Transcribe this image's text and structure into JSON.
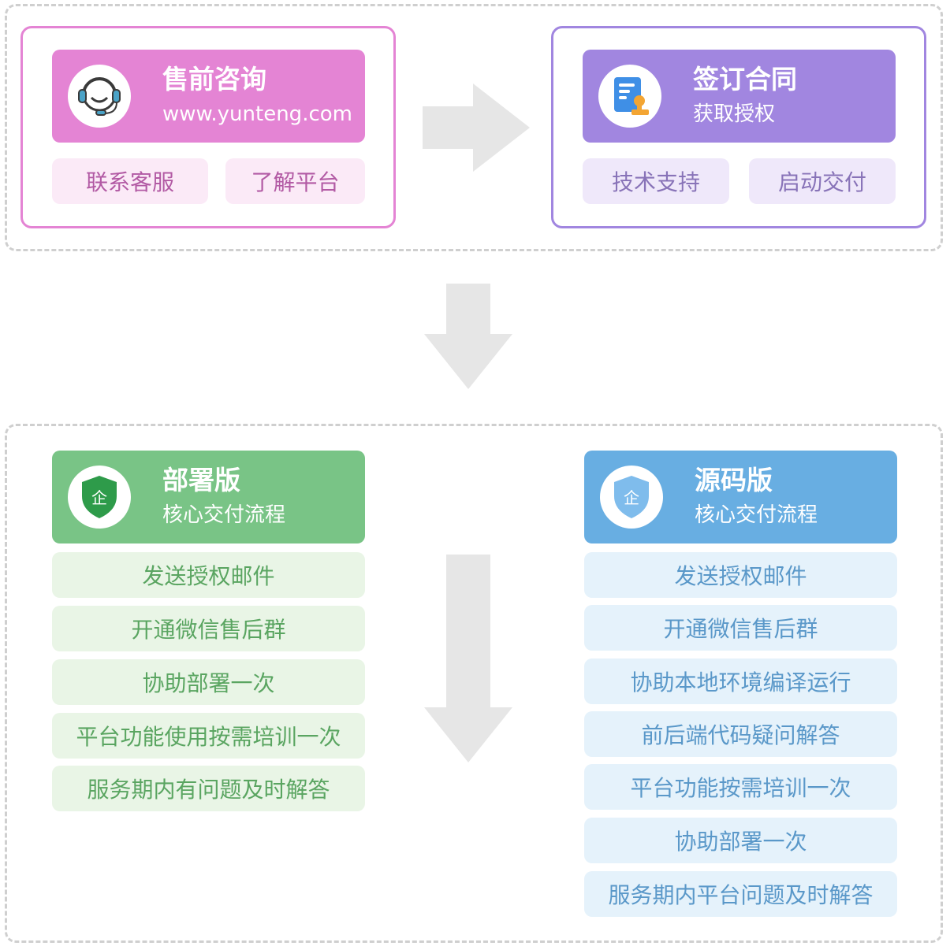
{
  "top": {
    "presales": {
      "title": "售前咨询",
      "subtitle": "www.yunteng.com",
      "icon": "headset-support-icon",
      "buttons": [
        "联系客服",
        "了解平台"
      ],
      "color": "#e484d4"
    },
    "contract": {
      "title": "签订合同",
      "subtitle": "获取授权",
      "icon": "contract-seal-icon",
      "buttons": [
        "技术支持",
        "启动交付"
      ],
      "color": "#a186e0"
    }
  },
  "bottom": {
    "deploy": {
      "title": "部署版",
      "subtitle": "核心交付流程",
      "icon": "enterprise-shield-icon",
      "icon_char": "企",
      "color": "#79c486",
      "steps": [
        "发送授权邮件",
        "开通微信售后群",
        "协助部署一次",
        "平台功能使用按需培训一次",
        "服务期内有问题及时解答"
      ]
    },
    "source": {
      "title": "源码版",
      "subtitle": "核心交付流程",
      "icon": "enterprise-shield-icon",
      "icon_char": "企",
      "color": "#68aee2",
      "steps": [
        "发送授权邮件",
        "开通微信售后群",
        "协助本地环境编译运行",
        "前后端代码疑问解答",
        "平台功能按需培训一次",
        "协助部署一次",
        "服务期内平台问题及时解答"
      ]
    }
  }
}
